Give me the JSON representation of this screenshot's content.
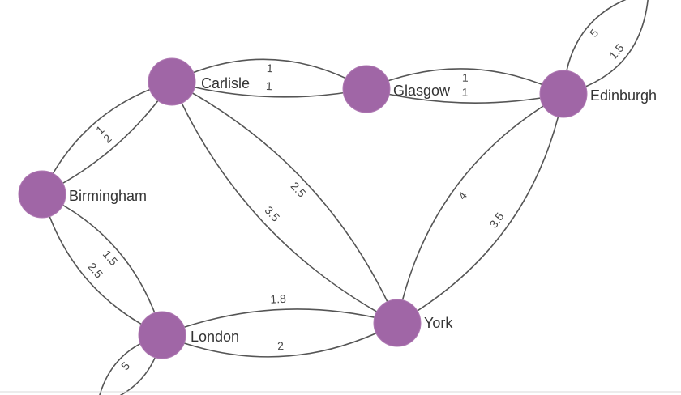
{
  "colors": {
    "node_fill": "#a066a6",
    "edge": "#555555",
    "label": "#333333"
  },
  "nodes": [
    {
      "id": "carlisle",
      "label": "Carlisle"
    },
    {
      "id": "glasgow",
      "label": "Glasgow"
    },
    {
      "id": "edinburgh",
      "label": "Edinburgh"
    },
    {
      "id": "birmingham",
      "label": "Birmingham"
    },
    {
      "id": "london",
      "label": "London"
    },
    {
      "id": "york",
      "label": "York"
    }
  ],
  "edges": [
    {
      "from": "carlisle",
      "to": "glasgow",
      "weight": "1"
    },
    {
      "from": "carlisle",
      "to": "glasgow",
      "weight": "1"
    },
    {
      "from": "glasgow",
      "to": "edinburgh",
      "weight": "1"
    },
    {
      "from": "glasgow",
      "to": "edinburgh",
      "weight": "1"
    },
    {
      "from": "birmingham",
      "to": "carlisle",
      "weight": "1"
    },
    {
      "from": "birmingham",
      "to": "carlisle",
      "weight": "2"
    },
    {
      "from": "carlisle",
      "to": "york",
      "weight": "2.5"
    },
    {
      "from": "carlisle",
      "to": "york",
      "weight": "3.5"
    },
    {
      "from": "edinburgh",
      "to": "york",
      "weight": "4"
    },
    {
      "from": "edinburgh",
      "to": "york",
      "weight": "3.5"
    },
    {
      "from": "birmingham",
      "to": "london",
      "weight": "1.5"
    },
    {
      "from": "birmingham",
      "to": "london",
      "weight": "2.5"
    },
    {
      "from": "london",
      "to": "york",
      "weight": "2"
    },
    {
      "from": "london",
      "to": "york",
      "weight": "1.8"
    },
    {
      "from": "edinburgh",
      "to": "offscreen-north",
      "weight": "1.5"
    },
    {
      "from": "edinburgh",
      "to": "offscreen-north",
      "weight": "5"
    },
    {
      "from": "london",
      "to": "offscreen-south",
      "weight": "5"
    },
    {
      "from": "london",
      "to": "offscreen-south",
      "weight": ""
    }
  ]
}
